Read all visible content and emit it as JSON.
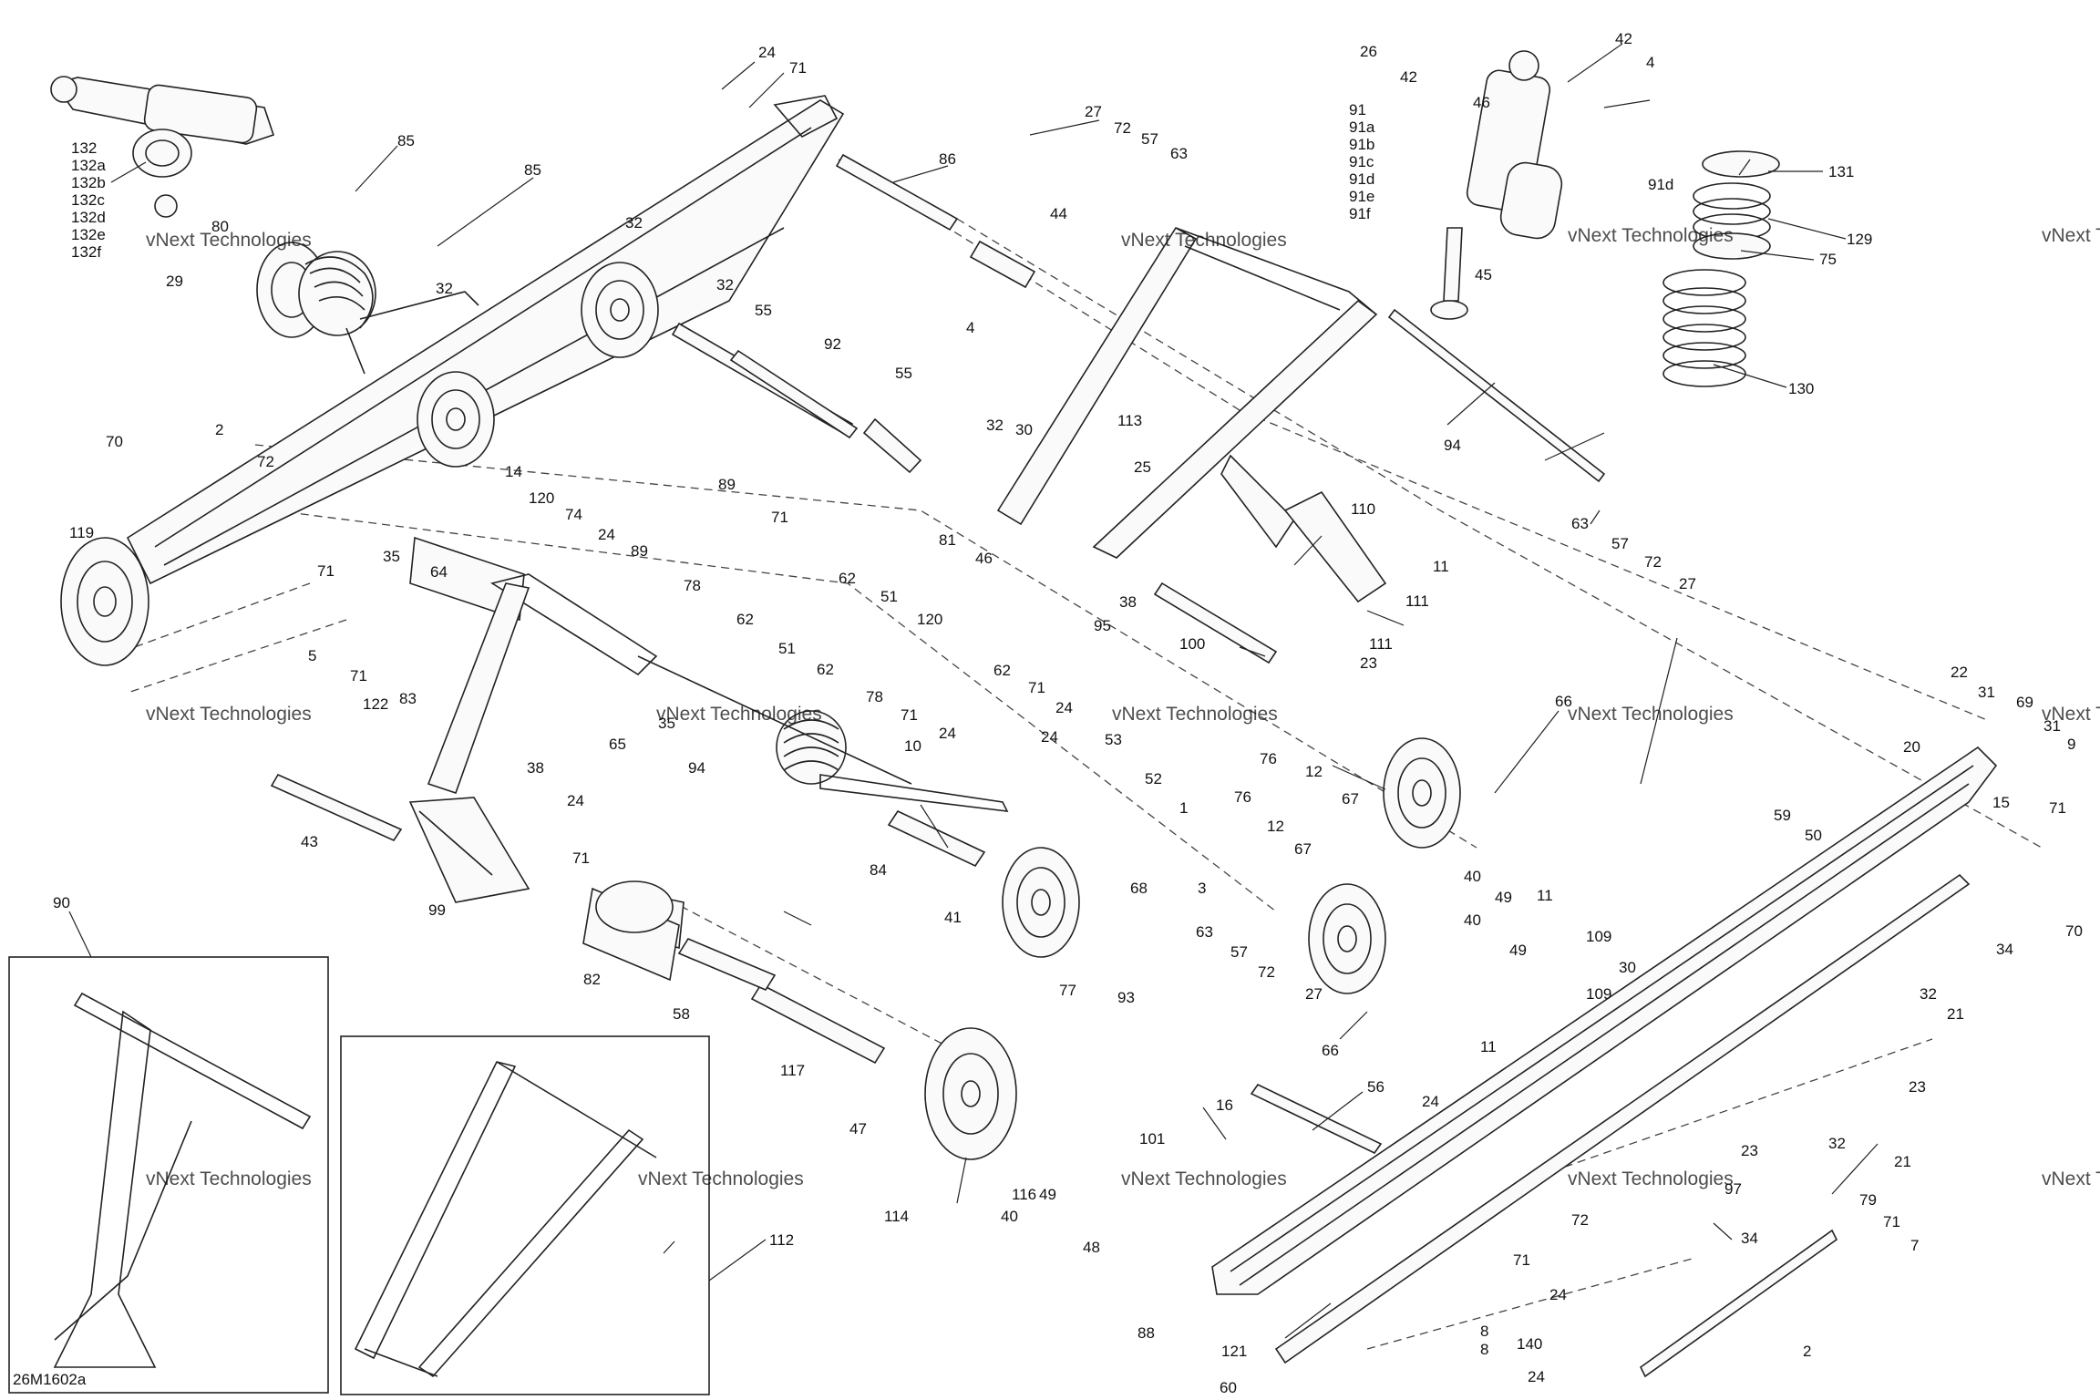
{
  "diagram": {
    "reference_code": "26M1602a",
    "watermark": "vNext Technologies",
    "callouts": {
      "c1": "24",
      "c2": "71",
      "c3": "132",
      "c4": "132a",
      "c5": "132b",
      "c6": "132c",
      "c7": "132d",
      "c8": "132e",
      "c9": "132f",
      "c10": "29",
      "c11": "85",
      "c12": "85",
      "c13": "32",
      "c14": "32",
      "c15": "32",
      "c16": "86",
      "c17": "27",
      "c18": "72",
      "c19": "57",
      "c20": "63",
      "c21": "44",
      "c22": "26",
      "c23": "42",
      "c24": "42",
      "c25": "46",
      "c26": "4",
      "c27": "91",
      "c28": "91a",
      "c29": "91b",
      "c30": "91c",
      "c31": "91d",
      "c32": "91e",
      "c33": "91f",
      "c34": "91d",
      "c35": "131",
      "c36": "129",
      "c37": "75",
      "c38": "130",
      "c39": "45",
      "c40": "55",
      "c41": "92",
      "c42": "55",
      "c43": "4",
      "c44": "32",
      "c45": "2",
      "c46": "72",
      "c47": "70",
      "c48": "119",
      "c49": "71",
      "c50": "14",
      "c51": "120",
      "c52": "74",
      "c53": "24",
      "c54": "35",
      "c55": "64",
      "c56": "89",
      "c57": "89",
      "c58": "71",
      "c59": "78",
      "c60": "62",
      "c61": "62",
      "c62": "51",
      "c63": "51",
      "c64": "62",
      "c65": "62",
      "c66": "78",
      "c67": "71",
      "c68": "24",
      "c69": "120",
      "c70": "46",
      "c71": "81",
      "c72": "30",
      "c73": "113",
      "c74": "25",
      "c75": "38",
      "c76": "95",
      "c77": "71",
      "c78": "24",
      "c79": "94",
      "c80": "63",
      "c81": "57",
      "c82": "72",
      "c83": "27",
      "c84": "110",
      "c85": "11",
      "c86": "111",
      "c87": "111",
      "c88": "23",
      "c89": "100",
      "c90": "5",
      "c91": "71",
      "c92": "122",
      "c93": "83",
      "c94": "65",
      "c95": "35",
      "c96": "94",
      "c97": "10",
      "c98": "38",
      "c99": "24",
      "c100": "71",
      "c101": "43",
      "c102": "99",
      "c103": "24",
      "c104": "53",
      "c105": "52",
      "c106": "1",
      "c107": "84",
      "c108": "41",
      "c109": "82",
      "c110": "58",
      "c111": "77",
      "c112": "68",
      "c113": "3",
      "c114": "93",
      "c115": "63",
      "c116": "57",
      "c117": "72",
      "c118": "27",
      "c119": "117",
      "c120": "47",
      "c121": "114",
      "c122": "116",
      "c123": "40",
      "c124": "49",
      "c125": "48",
      "c126": "16",
      "c127": "101",
      "c128": "66",
      "c129": "76",
      "c130": "12",
      "c131": "67",
      "c132": "76",
      "c133": "12",
      "c134": "67",
      "c135": "40",
      "c136": "49",
      "c137": "40",
      "c138": "49",
      "c139": "66",
      "c140": "11",
      "c141": "109",
      "c142": "11",
      "c143": "109",
      "c144": "30",
      "c145": "56",
      "c146": "24",
      "c147": "22",
      "c148": "31",
      "c149": "69",
      "c150": "31",
      "c151": "9",
      "c152": "20",
      "c153": "59",
      "c154": "50",
      "c155": "15",
      "c156": "71",
      "c157": "70",
      "c158": "34",
      "c159": "32",
      "c160": "21",
      "c161": "23",
      "c162": "23",
      "c163": "32",
      "c164": "21",
      "c165": "97",
      "c166": "34",
      "c167": "79",
      "c168": "71",
      "c169": "7",
      "c170": "72",
      "c171": "71",
      "c172": "24",
      "c173": "88",
      "c174": "8",
      "c175": "8",
      "c176": "121",
      "c177": "140",
      "c178": "24",
      "c179": "60",
      "c180": "2",
      "c181": "90",
      "c182": "112",
      "c183": "80"
    }
  }
}
